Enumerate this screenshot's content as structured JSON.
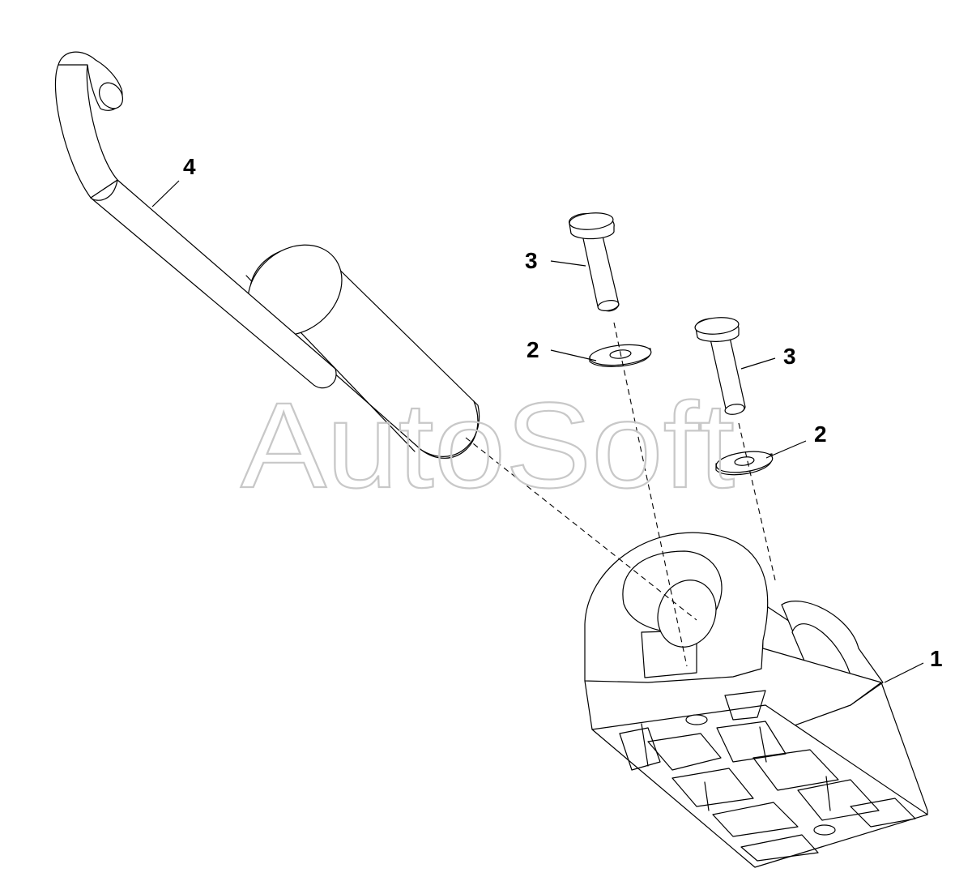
{
  "watermark": {
    "text": "AutoSoft",
    "color": "#c8c8c8"
  },
  "callouts": {
    "part1": "1",
    "part2a": "2",
    "part2b": "2",
    "part3a": "3",
    "part3b": "3",
    "part4": "4"
  },
  "colors": {
    "line": "#000000",
    "background": "#ffffff"
  }
}
